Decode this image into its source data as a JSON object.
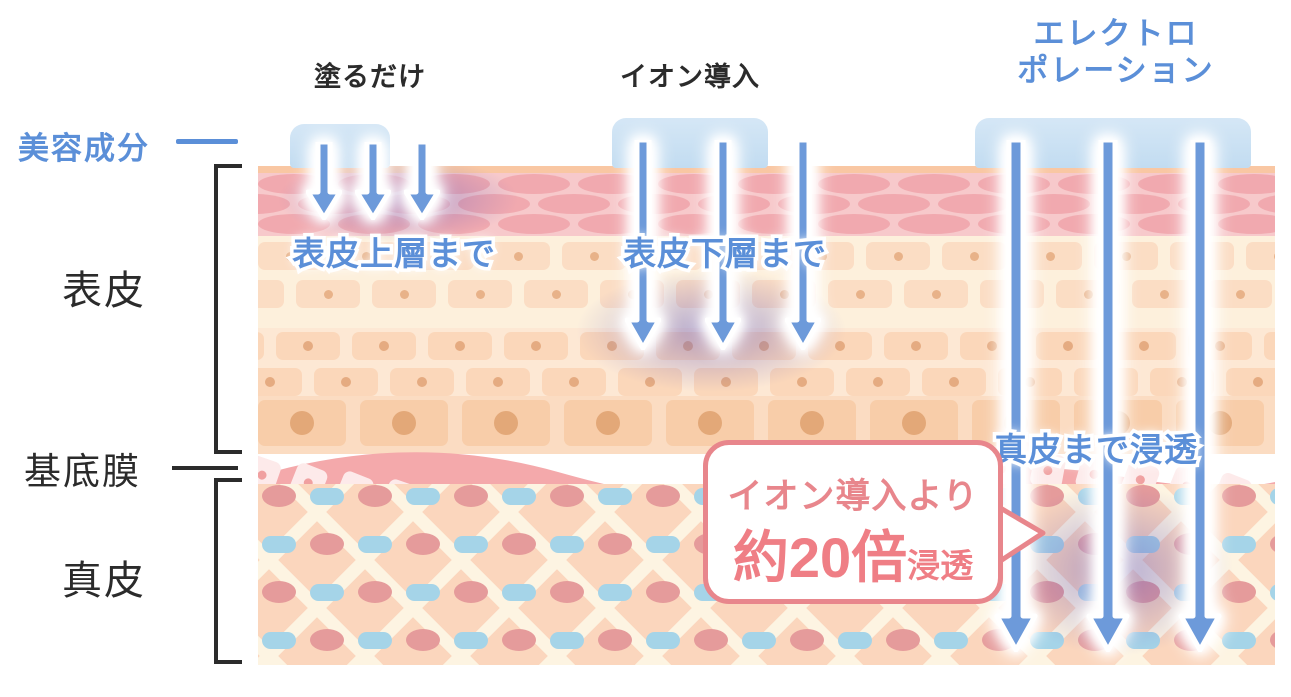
{
  "diagram": {
    "title_columns": [
      {
        "label": "塗るだけ",
        "accent": false
      },
      {
        "label": "イオン導入",
        "accent": false
      },
      {
        "label_line1": "エレクトロ",
        "label_line2": "ポレーション",
        "accent": true
      }
    ],
    "side_labels": {
      "serum": "美容成分",
      "epidermis": "表皮",
      "basal_membrane": "基底膜",
      "dermis": "真皮"
    },
    "depth_labels": [
      "表皮上層まで",
      "表皮下層まで",
      "真皮まで浸透"
    ],
    "callout": {
      "line1": "イオン導入より",
      "prefix": "約",
      "number": "20",
      "unit": "倍",
      "suffix": "浸透"
    },
    "colors": {
      "accent_blue": "#5b8fd8",
      "callout_pink": "#e8868c",
      "number_pink": "#ef7e85",
      "text_dark": "#2b2b2b",
      "pad_blue": "#c2dcf1",
      "arrow_blue": "#5b8fd8",
      "corneum": "#f7c9cb",
      "epidermis": "#fde8d4",
      "dermis": "#fbd6bd",
      "basal_pink": "#f4a9ab",
      "fiber_cream": "#fdf4e2",
      "dermis_dot_red": "#e59b9b",
      "dermis_dot_blue": "#a5d4e8",
      "diffusion_purple": "#6c60be"
    }
  }
}
